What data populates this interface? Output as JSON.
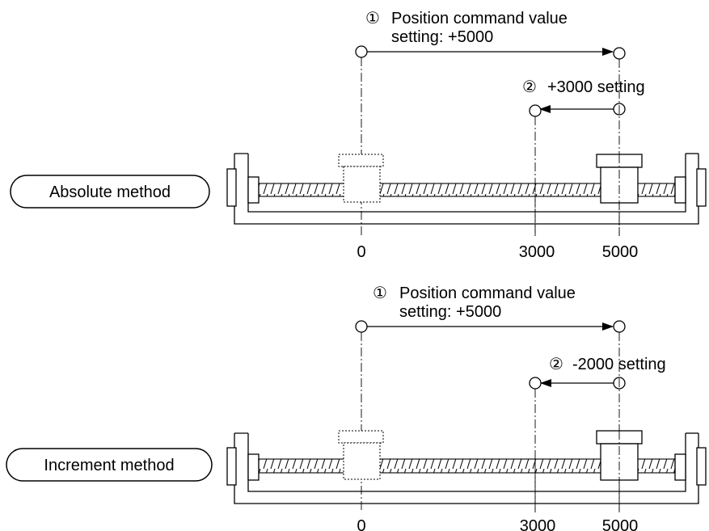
{
  "panels": [
    {
      "method_label": "Absolute method",
      "step1_marker": "①",
      "step1_line1": "Position command value",
      "step1_line2": "setting: +5000",
      "step2_marker": "②",
      "step2_text": "+3000 setting",
      "ticks": [
        "0",
        "3000",
        "5000"
      ]
    },
    {
      "method_label": "Increment method",
      "step1_marker": "①",
      "step1_line1": "Position command value",
      "step1_line2": "setting: +5000",
      "step2_marker": "②",
      "step2_text": "-2000 setting",
      "ticks": [
        "0",
        "3000",
        "5000"
      ]
    }
  ]
}
